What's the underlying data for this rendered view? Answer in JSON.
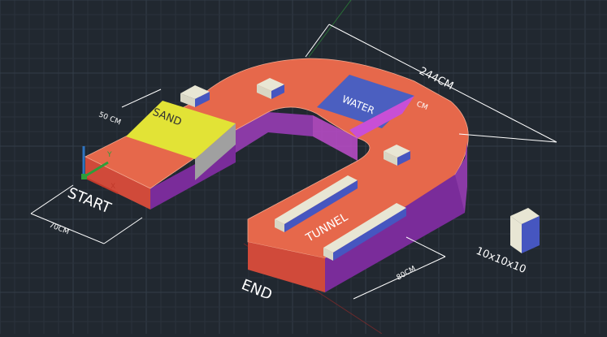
{
  "colors": {
    "background": "#212830",
    "grid_minor": "#2a323c",
    "grid_major": "#333d48",
    "track_top": "#e6684b",
    "track_side_purple": "#7a2c9a",
    "track_side_pink": "#d04a3a",
    "sand": "#e2e336",
    "water": "#4b5fc0",
    "water_side": "#c84fd6",
    "block_top": "#e8e6d4",
    "block_side": "#4656c0",
    "dimension": "#ffffff",
    "axis_x": "#c0392b",
    "axis_y": "#2e9e3a",
    "axis_z": "#2f74c0"
  },
  "labels": {
    "start": "START",
    "end": "END",
    "sand": "SAND",
    "water": "WATER",
    "tunnel": "TUNNEL",
    "cube": "10x10x10"
  },
  "dimensions": {
    "length": "244CM",
    "width_start": "70CM",
    "sand_length": "50 CM",
    "width_end": "80CM",
    "water_partial": "CM"
  },
  "axes": {
    "x": "X",
    "y": "Y"
  }
}
